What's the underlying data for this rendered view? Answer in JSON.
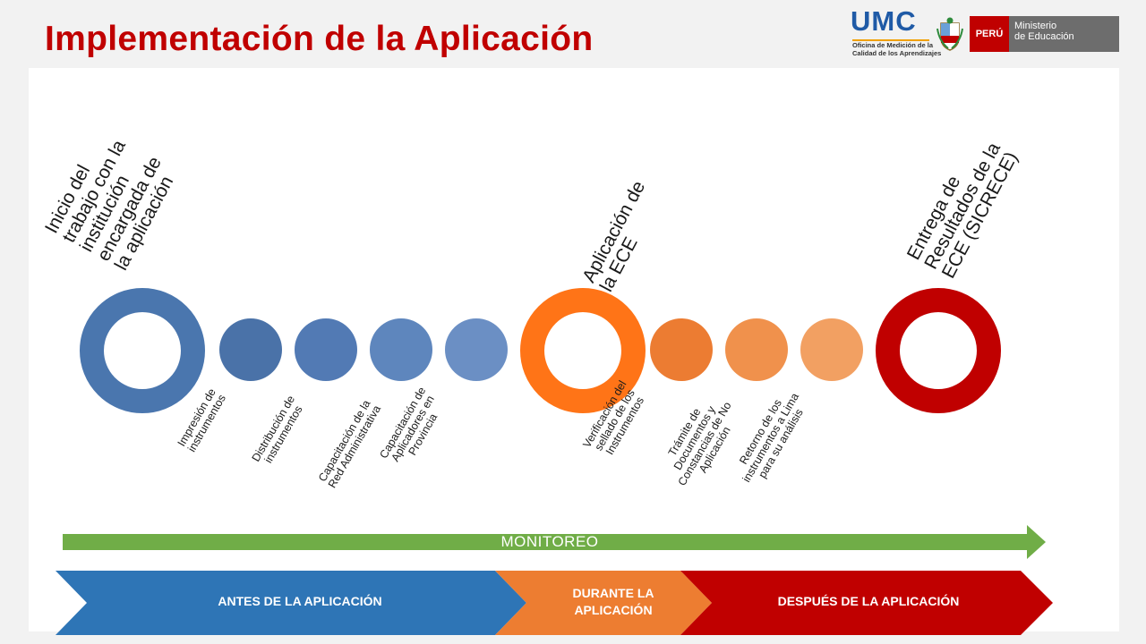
{
  "header": {
    "title": "Implementación de la Aplicación",
    "logos": {
      "umc": "UMC",
      "umc_subtitle_line1": "Oficina de Medición de la",
      "umc_subtitle_line2": "Calidad de los Aprendizajes",
      "country": "PERÚ",
      "ministry_line1": "Ministerio",
      "ministry_line2": "de Educación"
    }
  },
  "milestones": [
    {
      "label": "Inicio del\ntrabajo con la\ninstitución\nencargada de\nla aplicación",
      "color": "#4a76ae"
    },
    {
      "label": "Aplicación de\nla ECE",
      "color": "#ff7417"
    },
    {
      "label": "Entrega de\nResultados de la\nECE (SICRECE)",
      "color": "#c00000"
    }
  ],
  "steps_before": [
    {
      "label": "Impresión de\ninstrumentos",
      "color": "#4a72a8"
    },
    {
      "label": "Distribución de\ninstrumentos",
      "color": "#527ab4"
    },
    {
      "label": "Capacitación de la\nRed Administrativa",
      "color": "#5e86bd"
    },
    {
      "label": "Capacitación de\nAplicadores en\nProvincia",
      "color": "#6b8fc4"
    }
  ],
  "steps_during_after": [
    {
      "label": "Verificación del\nsellado de los\nInstrumentos",
      "color": "#ec7c32"
    },
    {
      "label": "Trámite de\nDocumentos y\nConstancias de No\nAplicación",
      "color": "#f0914c"
    },
    {
      "label": "Retorno de los\ninstrumentos a Lima\npara su análisis",
      "color": "#f2a062"
    }
  ],
  "monitoring": {
    "label": "MONITOREO",
    "color": "#70ad47"
  },
  "phases": [
    {
      "label": "ANTES DE LA APLICACIÓN",
      "color": "#2e75b6"
    },
    {
      "label": "DURANTE LA\nAPLICACIÓN",
      "color": "#ed7d31"
    },
    {
      "label": "DESPUÉS DE LA APLICACIÓN",
      "color": "#c00000"
    }
  ]
}
